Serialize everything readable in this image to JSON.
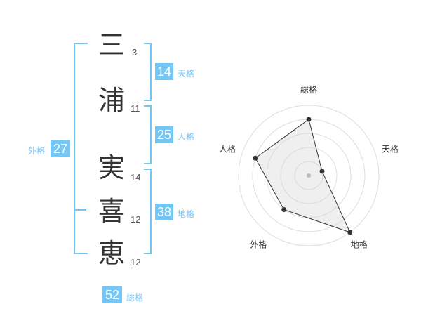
{
  "name": {
    "characters": [
      {
        "char": "三",
        "strokes": "3"
      },
      {
        "char": "浦",
        "strokes": "11"
      },
      {
        "char": "実",
        "strokes": "14"
      },
      {
        "char": "喜",
        "strokes": "12"
      },
      {
        "char": "恵",
        "strokes": "12"
      }
    ]
  },
  "fortune": {
    "tenkaku": {
      "label": "天格",
      "value": "14"
    },
    "jinkaku": {
      "label": "人格",
      "value": "25"
    },
    "chikaku": {
      "label": "地格",
      "value": "38"
    },
    "gaikaku": {
      "label": "外格",
      "value": "27"
    },
    "soukaku": {
      "label": "総格",
      "value": "52"
    }
  },
  "accent_color": "#74c6f5",
  "chart_data": {
    "type": "radar",
    "axes": [
      "総格",
      "天格",
      "地格",
      "外格",
      "人格"
    ],
    "values": [
      4,
      1,
      5,
      3,
      4
    ],
    "range": [
      0,
      5
    ],
    "rings": 5,
    "grid": true
  }
}
